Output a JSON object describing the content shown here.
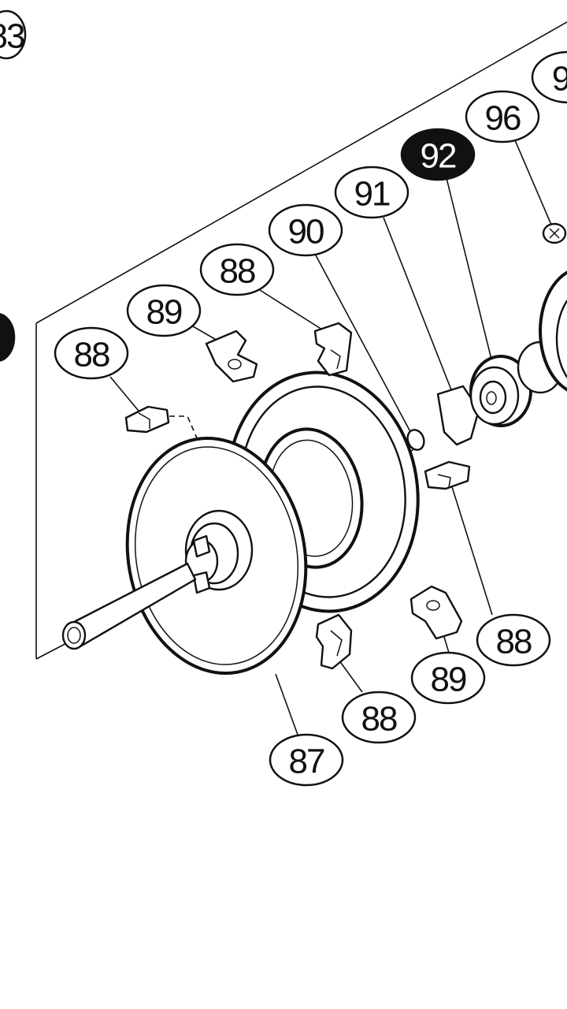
{
  "diagram": {
    "callouts": [
      {
        "id": "c83",
        "label": "83",
        "style": "outline"
      },
      {
        "id": "c-left-black",
        "label": "",
        "style": "filled"
      },
      {
        "id": "c97",
        "label": "9",
        "style": "outline"
      },
      {
        "id": "c96",
        "label": "96",
        "style": "outline"
      },
      {
        "id": "c92",
        "label": "92",
        "style": "filled"
      },
      {
        "id": "c91",
        "label": "91",
        "style": "outline"
      },
      {
        "id": "c90",
        "label": "90",
        "style": "outline"
      },
      {
        "id": "c88a",
        "label": "88",
        "style": "outline"
      },
      {
        "id": "c89a",
        "label": "89",
        "style": "outline"
      },
      {
        "id": "c88b",
        "label": "88",
        "style": "outline"
      },
      {
        "id": "c88c",
        "label": "88",
        "style": "outline"
      },
      {
        "id": "c89b",
        "label": "89",
        "style": "outline"
      },
      {
        "id": "c88d",
        "label": "88",
        "style": "outline"
      },
      {
        "id": "c87",
        "label": "87",
        "style": "outline"
      }
    ],
    "colors": {
      "ink": "#111111",
      "paper": "#ffffff"
    }
  }
}
